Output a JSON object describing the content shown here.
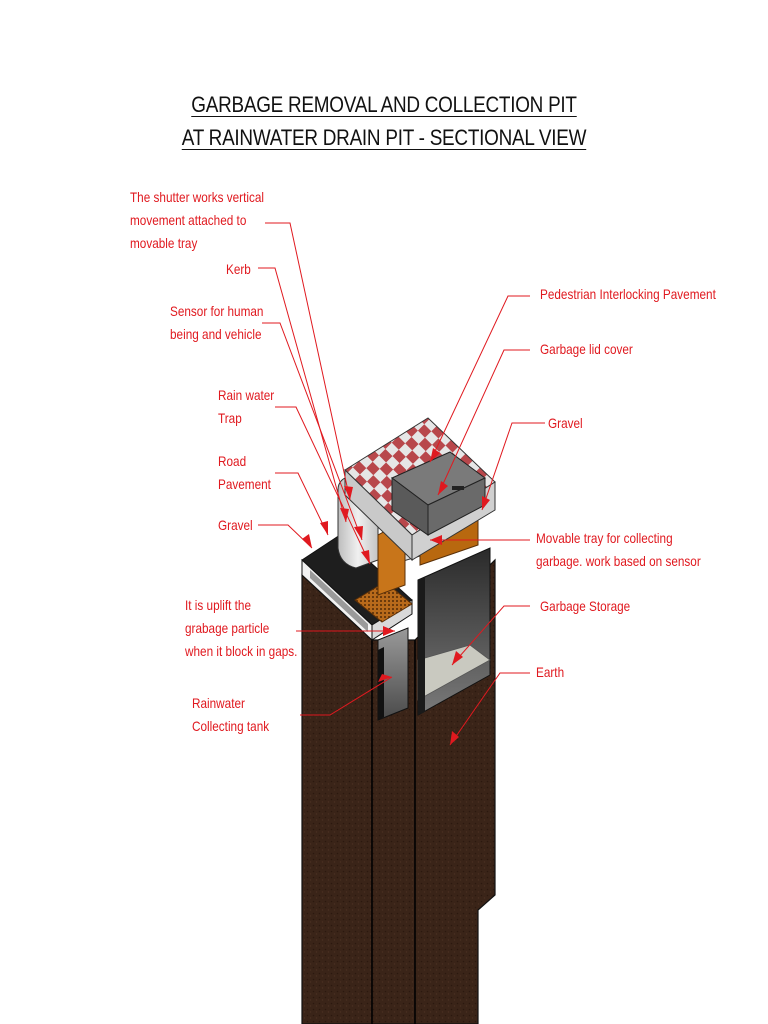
{
  "title": {
    "line1": "GARBAGE REMOVAL AND COLLECTION PIT",
    "line2": "AT RAINWATER DRAIN PIT - SECTIONAL VIEW"
  },
  "labels": {
    "shutter": "The shutter works vertical\nmovement attached to\nmovable tray",
    "kerb": "Kerb",
    "sensor": "Sensor for human\nbeing and vehicle",
    "rain_trap": "Rain water\nTrap",
    "road_pavement": "Road\nPavement",
    "gravel_left": "Gravel",
    "uplift": "It is uplift the\ngrabage particle\nwhen it block in gaps.",
    "rainwater_tank": "Rainwater\nCollecting tank",
    "pedestrian": "Pedestrian Interlocking Pavement",
    "lid": "Garbage lid cover",
    "gravel_right": "Gravel",
    "tray": "Movable tray for collecting\ngarbage. work based on sensor",
    "storage": "Garbage Storage",
    "earth": "Earth"
  },
  "colors": {
    "annotation": "#e0191f",
    "earth": "#3a2418",
    "pavement_tile_dark": "#b8474b",
    "pavement_tile_light": "#e6e6e6",
    "tray": "#b8680f"
  }
}
